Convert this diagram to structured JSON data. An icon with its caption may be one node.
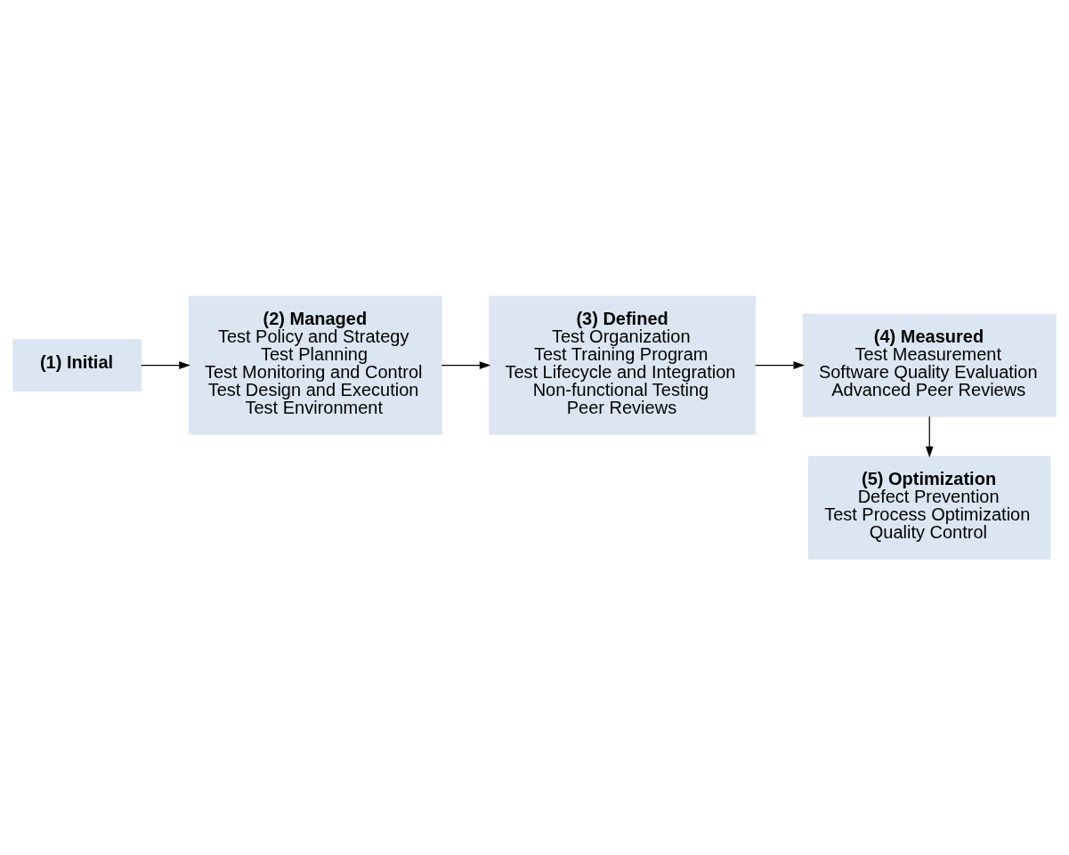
{
  "diagram": {
    "nodes": [
      {
        "text": [
          "(1) Initial"
        ]
      },
      {
        "text": [
          "(2) Managed",
          "Test Policy and Strategy",
          "Test Planning",
          "Test Monitoring and Control",
          "Test Design and Execution",
          "Test Environment"
        ]
      },
      {
        "text": [
          "(3) Defined",
          "Test Organization",
          "Test Training Program",
          "Test Lifecycle and Integration",
          "Non-functional Testing",
          "Peer Reviews"
        ]
      },
      {
        "text": [
          "(4) Measured",
          "Test Measurement",
          "Software Quality Evaluation",
          "Advanced Peer Reviews"
        ]
      },
      {
        "text": [
          "(5) Optimization",
          "Defect Prevention",
          "Test Process Optimization",
          "Quality Control"
        ]
      }
    ],
    "edges": [
      {
        "from": 0,
        "to": 1,
        "arrow": "to"
      },
      {
        "from": 1,
        "to": 2,
        "arrow": "to"
      },
      {
        "from": 2,
        "to": 3,
        "arrow": "to"
      },
      {
        "from": 3,
        "to": 4,
        "arrow": "to"
      }
    ]
  }
}
